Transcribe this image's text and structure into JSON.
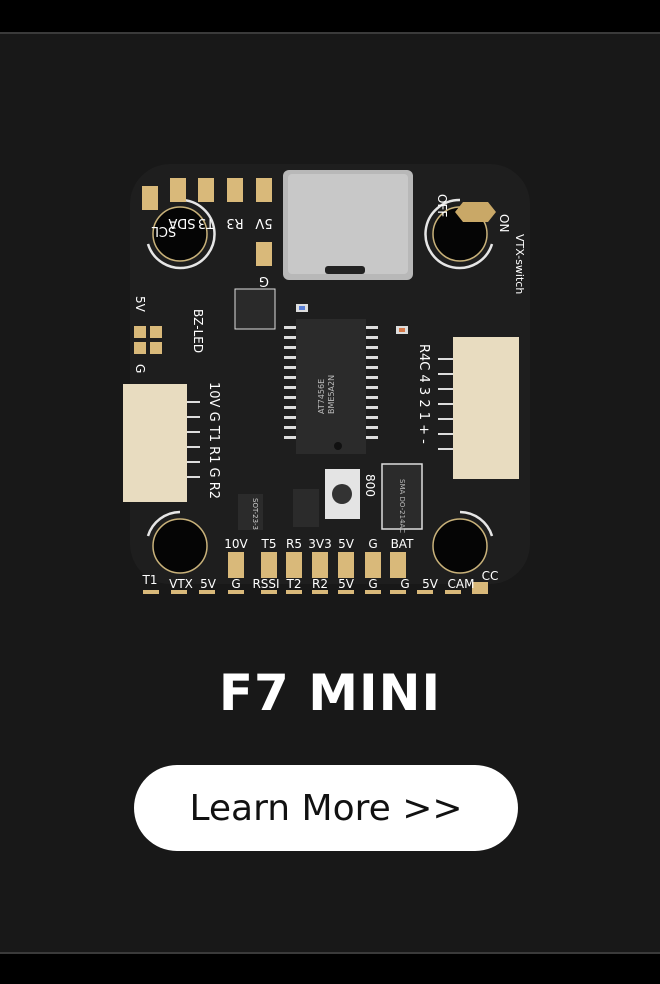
{
  "product": {
    "title": "F7 MINI",
    "image_alt": "F7 MINI flight controller board",
    "cta_label": "Learn More >>"
  },
  "board": {
    "chip_markings": [
      "AT7456E",
      "BME5A2N"
    ],
    "top_pad_labels": [
      "SCL",
      "SDA",
      "T3",
      "R3",
      "5V"
    ],
    "top_side_labels": [
      "G"
    ],
    "left_labels": [
      "5V",
      "G",
      "BZ-LED"
    ],
    "left_connector_labels": [
      "10V",
      "G",
      "T1",
      "R1",
      "G",
      "R2"
    ],
    "right_connector_labels": [
      "R4C",
      "4",
      "3",
      "2",
      "1",
      "+",
      "-"
    ],
    "switch_labels": [
      "OFF",
      "ON",
      "VTX-switch"
    ],
    "button_label": "800",
    "diode_marking": [
      "SMA",
      "DO-214AC"
    ],
    "regulator_marking": "SOT-23-3",
    "bottom_row1_labels": [
      "10V",
      "T5",
      "R5",
      "3V3",
      "5V",
      "G",
      "BAT"
    ],
    "bottom_row2_labels": [
      "T1",
      "VTX",
      "5V",
      "G",
      "RSSI",
      "T2",
      "R2",
      "5V",
      "G",
      "G",
      "5V",
      "CAM",
      "CC"
    ]
  },
  "colors": {
    "background": "#000000",
    "card": "#181818",
    "pcb": "#1e1e1e",
    "pad_gold": "#d9b97a",
    "connector": "#e8dcc0",
    "usb": "#b8b8b8",
    "button_bg": "#ffffff",
    "button_text": "#111111"
  }
}
